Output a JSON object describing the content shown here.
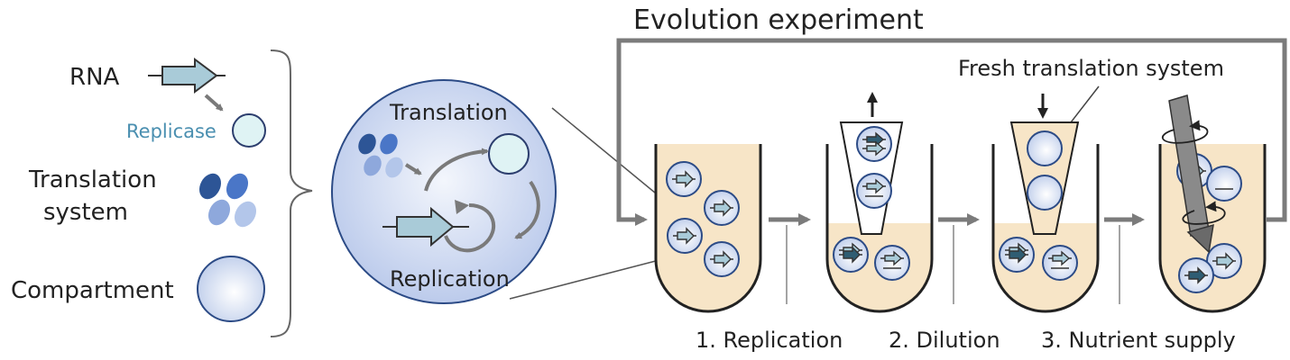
{
  "legend": {
    "rna": "RNA",
    "replicase": "Replicase",
    "translation_system_line1": "Translation",
    "translation_system_line2": "system",
    "compartment": "Compartment"
  },
  "cell": {
    "translation": "Translation",
    "replication": "Replication"
  },
  "experiment": {
    "title": "Evolution experiment",
    "fresh_system": "Fresh translation system",
    "steps": [
      "1. Replication",
      "2. Dilution",
      "3. Nutrient supply"
    ]
  },
  "colors": {
    "rna_arrow_fill": "#a9cbd8",
    "replicase_fill": "#dff3f4",
    "translation_dark": "#2d5596",
    "translation_light": "#9db6e3",
    "compartment_fill": "#dfe7f6",
    "medium_fill": "#f7e5c7",
    "loop_gray": "#7b7b7b"
  }
}
